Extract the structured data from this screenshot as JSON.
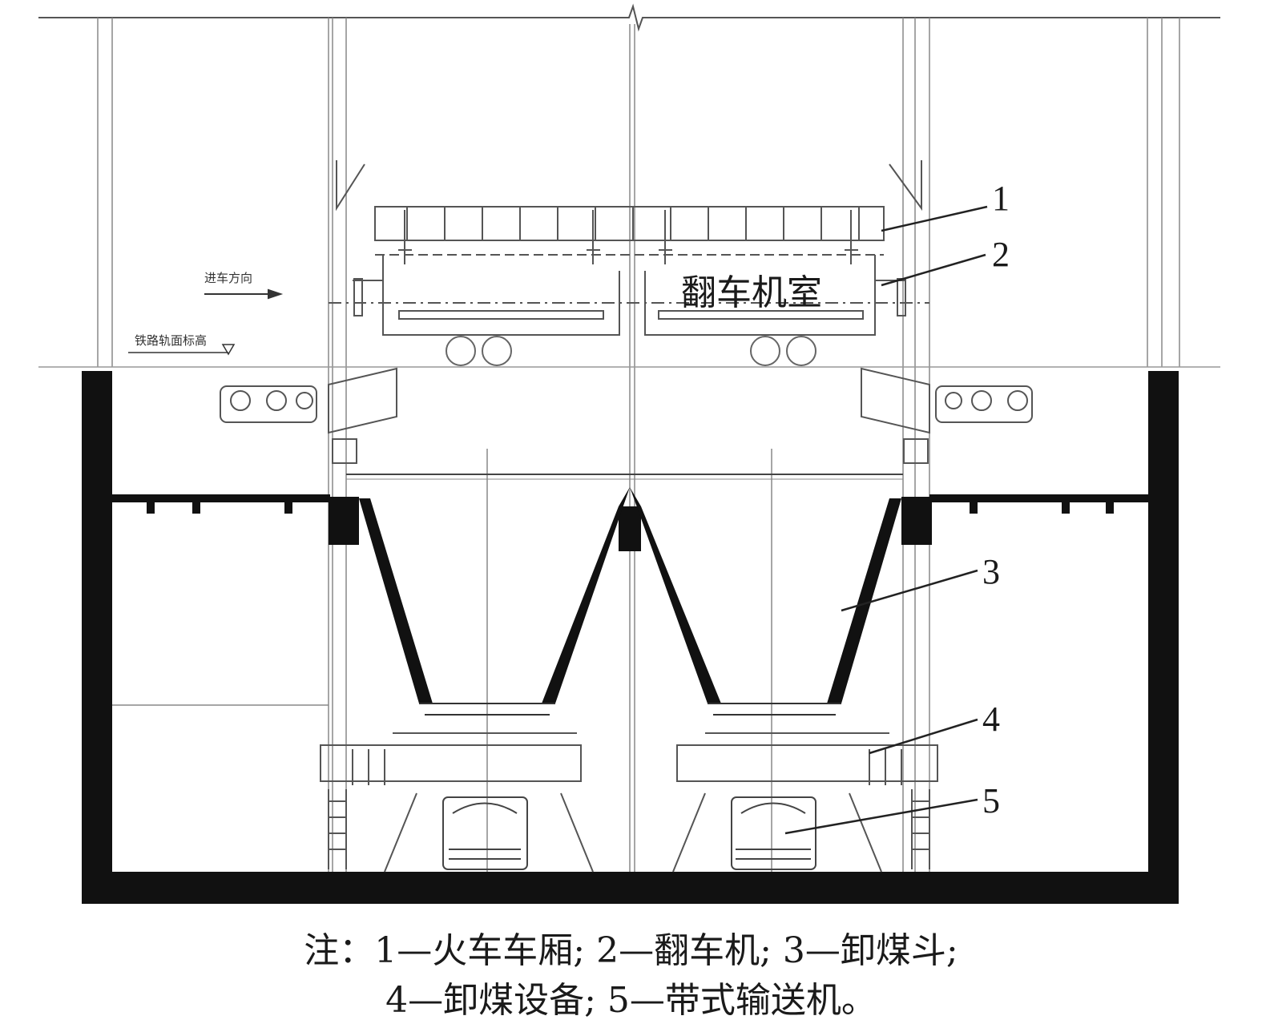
{
  "diagram": {
    "room_label": "翻车机室",
    "direction_label": "进车方向",
    "elevation_label": "铁路轨面标高",
    "callouts": [
      "1",
      "2",
      "3",
      "4",
      "5"
    ],
    "colors": {
      "ink": "#1a1a1a",
      "line": "#777777",
      "wall": "#111111"
    }
  },
  "caption": {
    "line1": "注：1—火车车厢; 2—翻车机; 3—卸煤斗;",
    "line2": "4—卸煤设备; 5—带式输送机。"
  }
}
